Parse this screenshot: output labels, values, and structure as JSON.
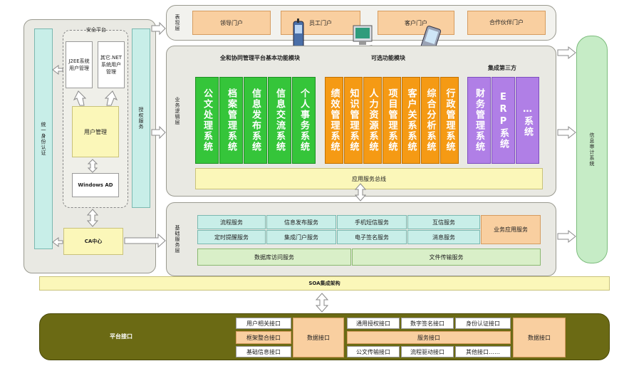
{
  "layers": {
    "presentation": "表现层",
    "business_logic": "业务逻辑层",
    "basic_services": "基础服务层"
  },
  "portals": [
    "领导门户",
    "员工门户",
    "客户门户",
    "合作伙伴门户"
  ],
  "security": {
    "identity": "统一身份认证",
    "platform": "安全平台",
    "j2ee": "J2EE系统用户管理",
    "net": "其它.NET系统用户管理",
    "user_mgmt": "用户管理",
    "windows_ad": "Windows AD",
    "ca": "CA中心",
    "auth": "授权服务"
  },
  "modules": {
    "core_title": "全和协同管理平台基本功能模块",
    "optional_title": "可选功能模块",
    "third_title": "集成第三方",
    "core": [
      "公文处理系统",
      "档案管理系统",
      "信息发布系统",
      "信息交流系统",
      "个人事务系统"
    ],
    "optional": [
      "绩效管理系统",
      "知识管理系统",
      "人力资源系统",
      "项目管理系统",
      "客户关系系统",
      "综合分析系统",
      "行政管理系统"
    ],
    "third": [
      "财务管理系统",
      "ERP系统",
      "…系统"
    ],
    "bus": "应用服务总线"
  },
  "services": {
    "row1": [
      "流程服务",
      "信息发布服务",
      "手机短信服务",
      "互信服务"
    ],
    "row2": [
      "定时提醒服务",
      "集成门户服务",
      "电子签名服务",
      "消息服务"
    ],
    "app": "业务应用服务",
    "db": "数据库访问服务",
    "file": "文件传输服务"
  },
  "audit": "信息审计系统",
  "soa": "SOA集成架构",
  "platform_interface": {
    "label": "平台接口",
    "left": [
      "用户相关接口",
      "框架整合接口",
      "基础信息接口"
    ],
    "data1": "数据接口",
    "top": [
      "通用授权接口",
      "数字签名接口",
      "身份认证接口"
    ],
    "service": "服务接口",
    "bottom": [
      "公文传输接口",
      "流程驱动接口",
      "其他接口……"
    ],
    "data2": "数据接口"
  }
}
